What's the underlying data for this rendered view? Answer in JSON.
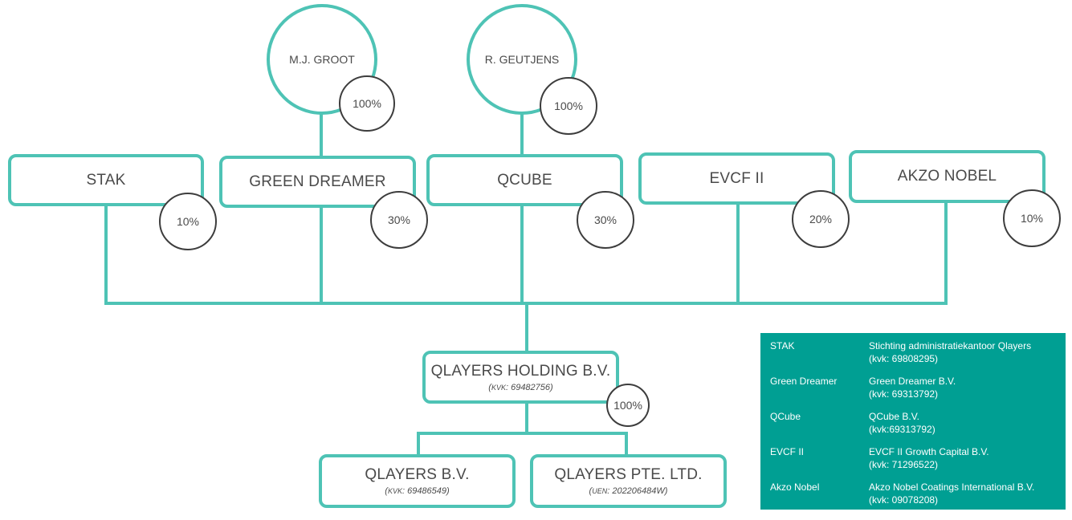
{
  "owners": [
    {
      "name": "M.J. GROOT",
      "share": "100%"
    },
    {
      "name": "R. GEUTJENS",
      "share": "100%"
    }
  ],
  "shareholders": [
    {
      "name": "STAK",
      "share": "10%"
    },
    {
      "name": "GREEN DREAMER",
      "share": "30%"
    },
    {
      "name": "QCUBE",
      "share": "30%"
    },
    {
      "name": "EVCF II",
      "share": "20%"
    },
    {
      "name": "AKZO NOBEL",
      "share": "10%"
    }
  ],
  "holding": {
    "name": "QLAYERS HOLDING B.V.",
    "reg_prefix": "KVK",
    "reg_number": ": 69482756",
    "share": "100%"
  },
  "subsidiaries": [
    {
      "name": "QLAYERS B.V.",
      "reg_prefix": "KVK",
      "reg_number": ": 69486549"
    },
    {
      "name": "QLAYERS PTE. LTD.",
      "reg_prefix": "UEN",
      "reg_number": ": 202206484W"
    }
  ],
  "legend": [
    {
      "key": "STAK",
      "name": "Stichting administratiekantoor Qlayers",
      "reg": "(kvk: 69808295)"
    },
    {
      "key": "Green Dreamer",
      "name": "Green Dreamer B.V.",
      "reg": "(kvk: 69313792)"
    },
    {
      "key": "QCube",
      "name": "QCube B.V.",
      "reg": "(kvk:69313792)"
    },
    {
      "key": "EVCF II",
      "name": "EVCF II Growth Capital B.V.",
      "reg": "(kvk: 71296522)"
    },
    {
      "key": "Akzo Nobel",
      "name": "Akzo Nobel Coatings International B.V.",
      "reg": "(kvk: 09078208)"
    }
  ],
  "colors": {
    "accent": "#4ec3b5",
    "legend_bg": "#009f93",
    "text": "#4a4a4a",
    "circle_border": "#3d3d3d"
  }
}
